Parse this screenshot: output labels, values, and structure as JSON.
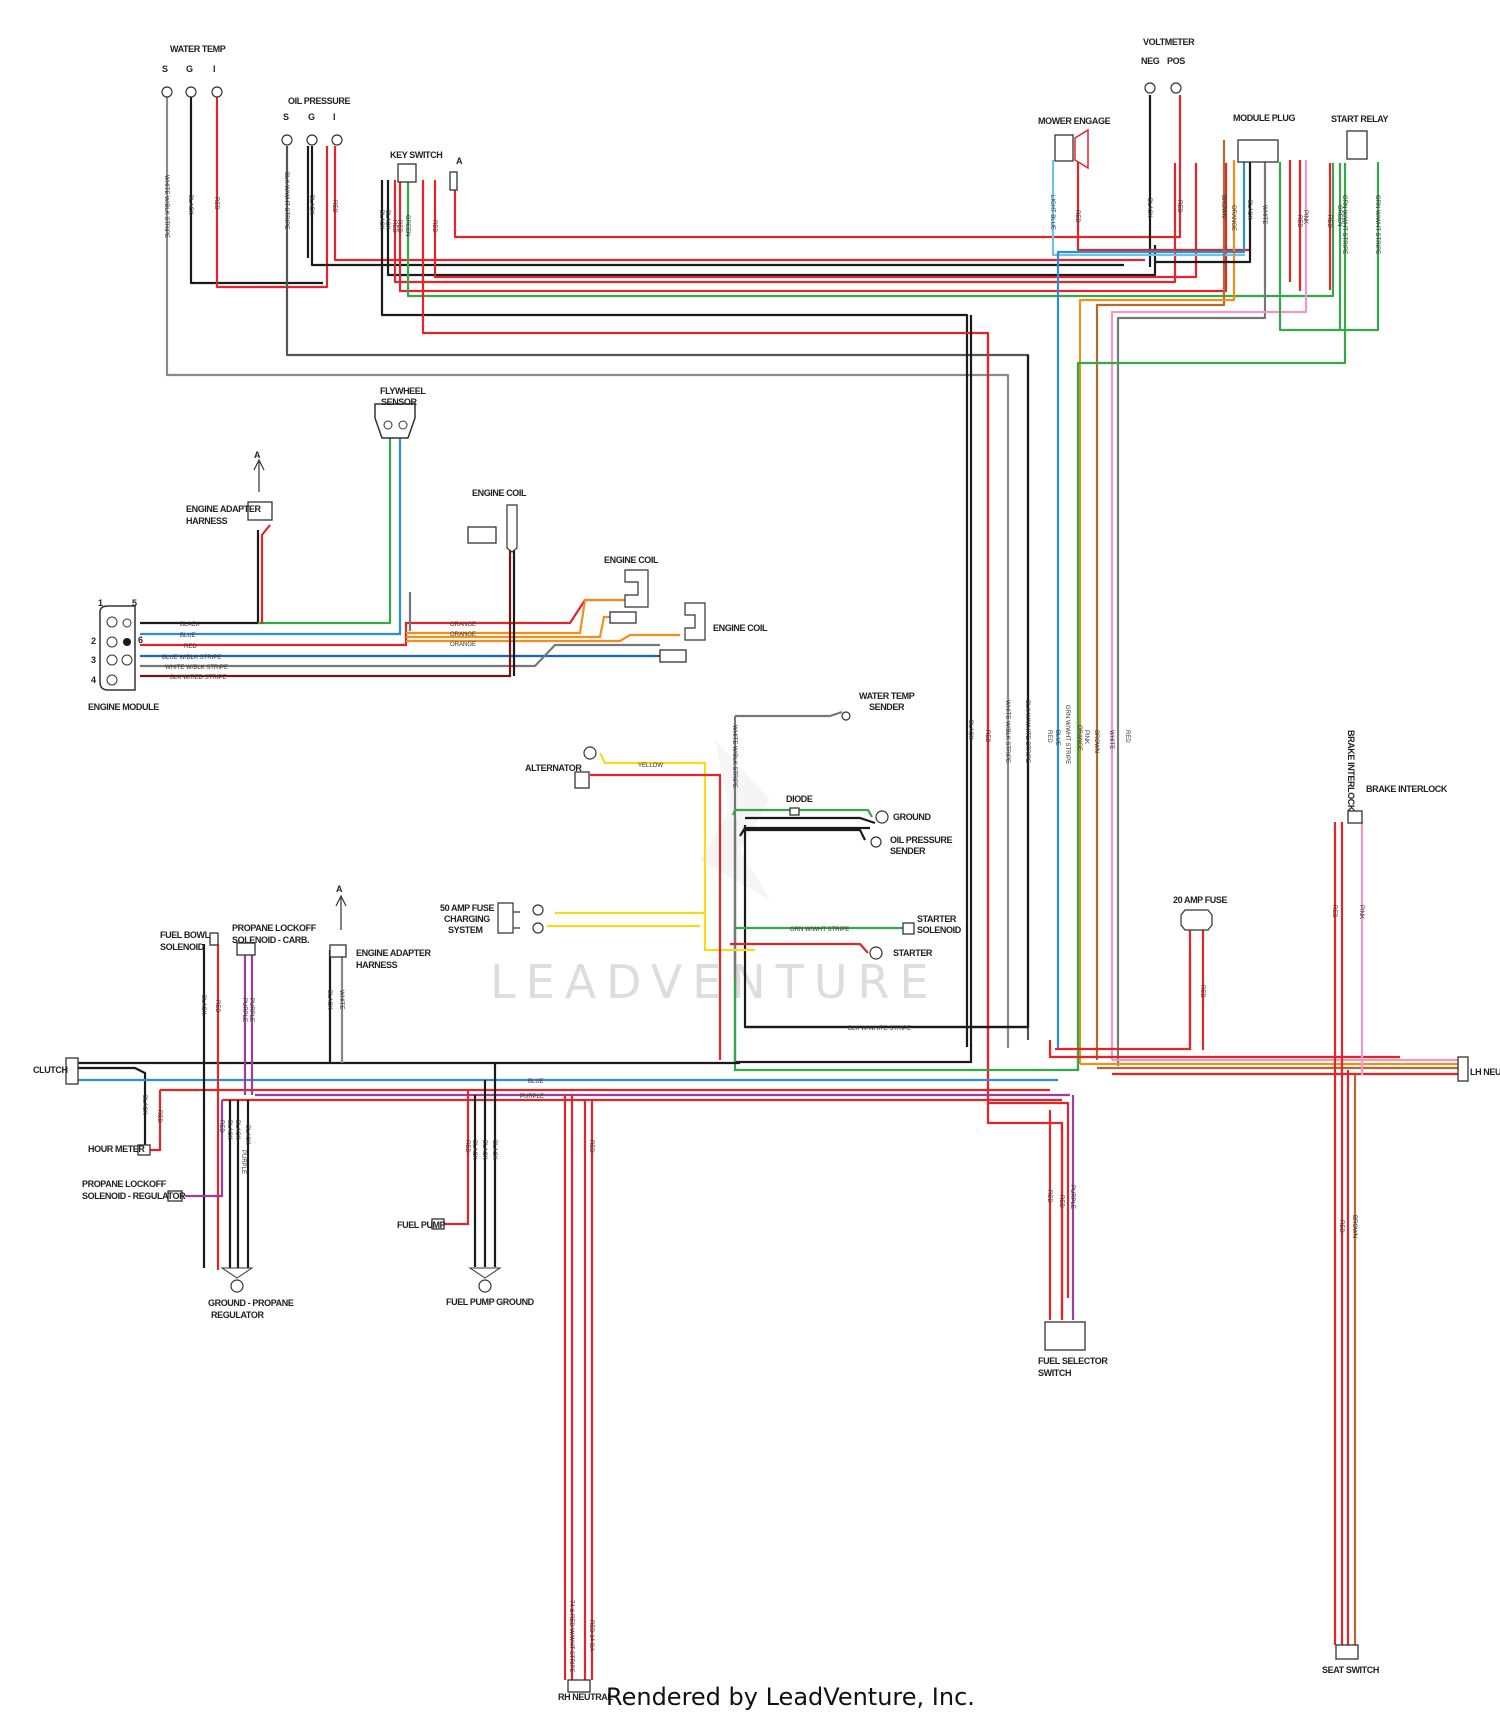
{
  "colors": {
    "black": "#1a1a1a",
    "red": "#e0262b",
    "blue": "#2c8fd6",
    "light_blue": "#6cc4ea",
    "green": "#34a84a",
    "orange": "#ef8f1c",
    "brown": "#b36a2e",
    "purple": "#9b3f9e",
    "yellow": "#f4dc1c",
    "pink": "#ee9ac6",
    "white_wire": "#8a8a8a"
  },
  "components": {
    "water_temp": "WATER TEMP",
    "oil_pressure": "OIL PRESSURE",
    "key_switch": "KEY SWITCH",
    "voltmeter": "VOLTMETER",
    "mower_engage": "MOWER ENGAGE",
    "module_plug": "MODULE PLUG",
    "start_relay": "START RELAY",
    "flywheel_sensor_1": "FLYWHEEL",
    "flywheel_sensor_2": "SENSOR",
    "engine_adapter_1": "ENGINE ADAPTER",
    "engine_adapter_2": "HARNESS",
    "engine_coil_1": "ENGINE COIL",
    "engine_coil_2": "ENGINE COIL",
    "engine_coil_3": "ENGINE COIL",
    "engine_module": "ENGINE MODULE",
    "water_temp_sender_1": "WATER TEMP",
    "water_temp_sender_2": "SENDER",
    "alternator": "ALTERNATOR",
    "diode": "DIODE",
    "ground": "GROUND",
    "oil_pressure_sender_1": "OIL PRESSURE",
    "oil_pressure_sender_2": "SENDER",
    "charging_1": "50 AMP FUSE",
    "charging_2": "CHARGING",
    "charging_3": "SYSTEM",
    "starter_solenoid_1": "STARTER",
    "starter_solenoid_2": "SOLENOID",
    "starter": "STARTER",
    "fuse_20": "20 AMP FUSE",
    "brake_interlock": "BRAKE INTERLOCK",
    "brake_interlock_vertical": "BRAKE INTERLOCK",
    "fuel_bowl_1": "FUEL BOWL",
    "fuel_bowl_2": "SOLENOID",
    "propane_carb_1": "PROPANE LOCKOFF",
    "propane_carb_2": "SOLENOID - CARB.",
    "engine_adapter_b_1": "ENGINE ADAPTER",
    "engine_adapter_b_2": "HARNESS",
    "clutch": "CLUTCH",
    "lh_neutral": "LH NEUTRAL",
    "hour_meter": "HOUR METER",
    "propane_reg_1": "PROPANE LOCKOFF",
    "propane_reg_2": "SOLENOID - REGULATOR",
    "fuel_pump": "FUEL PUMP",
    "ground_propane_1": "GROUND - PROPANE",
    "ground_propane_2": "REGULATOR",
    "fuel_pump_ground": "FUEL PUMP GROUND",
    "fuel_selector_1": "FUEL SELECTOR",
    "fuel_selector_2": "SWITCH",
    "rh_neutral": "RH NEUTRAL",
    "seat_switch": "SEAT SWITCH",
    "ref_a_1": "A",
    "ref_a_2": "A",
    "ref_a_3": "A"
  },
  "pins": {
    "s1": "S",
    "g1": "G",
    "i1": "I",
    "s2": "S",
    "g2": "G",
    "i2": "I",
    "neg": "NEG",
    "pos": "POS",
    "m1": "1",
    "m2": "2",
    "m3": "3",
    "m4": "4",
    "m5": "5",
    "m6": "6"
  },
  "wire_labels": {
    "module_black": "BLACK",
    "module_blue": "BLUE",
    "module_red": "RED",
    "module_orange_1": "ORANGE",
    "module_orange_2": "ORANGE",
    "module_orange_3": "ORANGE",
    "module_blue_blk": "BLUE W/BLK STRIPE",
    "module_white_blk": "WHITE W/BLK STRIPE",
    "module_blk_red": "BLK W/RED STRIPE",
    "yellow": "YELLOW",
    "grn_wht": "GRN W/WHT STRIPE",
    "blk_wht_bottom": "BLK W/WHITE STRIPE",
    "blue_bottom": "BLUE",
    "purple_bottom": "PURPLE"
  },
  "vertical_wire_labels": {
    "wt_white": "WHITE W/BLK STRIPE",
    "wt_black": "BLACK",
    "wt_red": "RED",
    "op_blkwht": "BLK W/WHT STRIPE",
    "op_black": "BLACK",
    "op_red": "RED",
    "ks_black1": "BLACK",
    "ks_black2": "BLACK",
    "ks_red": "RED",
    "ks_green": "GREEN",
    "ks_red2": "RED",
    "ks_red3": "RED",
    "vm_black": "BLACK",
    "vm_red": "RED",
    "me_lb": "LIGHT BLUE",
    "me_red": "RED",
    "mp_brown": "BROWN",
    "mp_orange": "ORANGE",
    "mp_black": "BLACK",
    "mp_white": "WHITE",
    "mp_red": "RED",
    "mp_pink": "PINK",
    "sr_green": "GREEN",
    "sr_red": "RED",
    "sr_grn1": "GRN W/WHT STRIPE",
    "sr_grn2": "GRN W/WHT STRIPE",
    "tr_black": "BLACK",
    "tr_red": "RED",
    "tr_white": "WHITE W/BLK STRIPE",
    "tr_blkwht": "BLK W/WHITE STRIPE",
    "tr_red2": "RED",
    "tr_blue": "BLUE",
    "tr_grn": "GRN W/WHT STRIPE",
    "tr_orange": "ORANGE",
    "tr_pink": "PINK",
    "tr_brown": "BROWN",
    "tr_white2": "WHITE",
    "tr_red3": "RED",
    "wts_white": "WHITE W/BLK STRIPE",
    "bi_red": "RED",
    "bi_pink": "PINK",
    "f20_red": "RED",
    "fb_black": "BLACK",
    "fb_red": "RED",
    "pc_purple1": "PURPLE",
    "pc_purple2": "PURPLE",
    "ea_black": "BLACK",
    "ea_white": "WHITE",
    "cl_black": "BLACK",
    "cl_red": "RED",
    "pr_red": "RED",
    "pr_black": "BLACK",
    "pr_black2": "BLACK",
    "pr_purple": "PURPLE",
    "pr_black3": "BLACK",
    "fp_red": "RED",
    "fp_black": "BLACK",
    "fp_black2": "BLACK",
    "fp_black3": "BLACK",
    "rh_red": "RED",
    "fs_red": "RED",
    "fs_purple": "PURPLE",
    "fs_red2": "RED",
    "ss_red": "RED",
    "ss_brown": "BROWN",
    "rh_a": "74 & RED W/WHT STRIPE",
    "rh_b": "RED 14 GA"
  },
  "watermark": "LEADVENTURE",
  "footer": "Rendered by LeadVenture, Inc."
}
